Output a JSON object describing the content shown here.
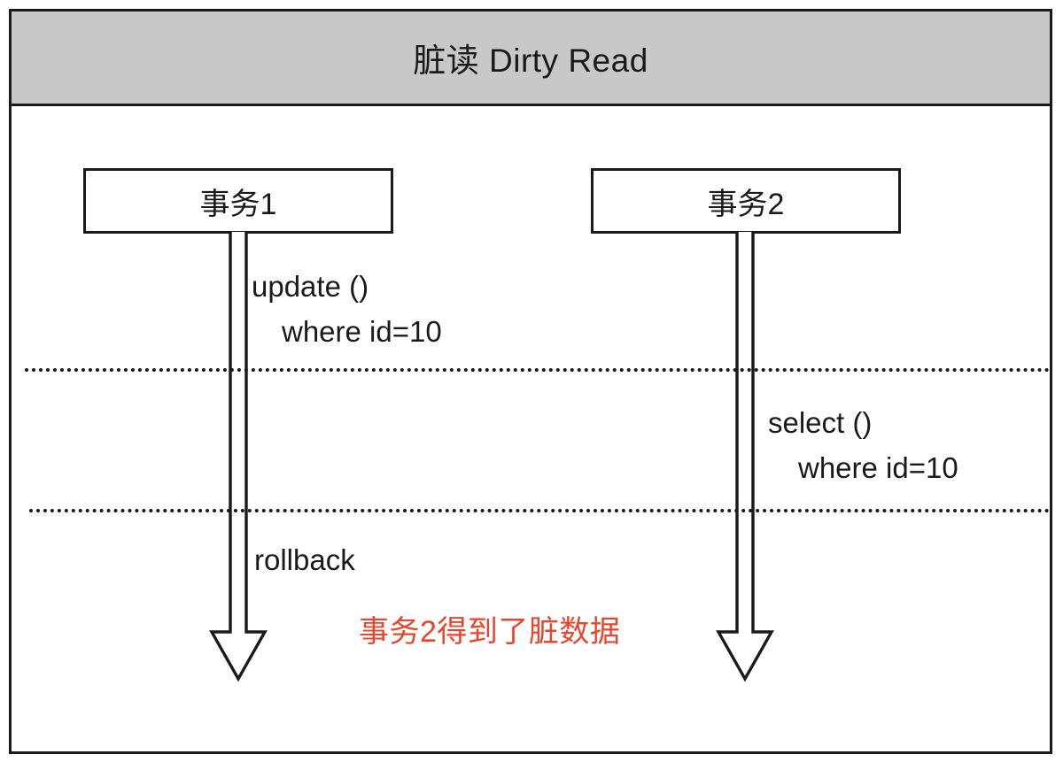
{
  "diagram": {
    "title": "脏读 Dirty Read",
    "header_bg": "#c8c8c8",
    "stroke_color": "#1a1a1a",
    "accent_color": "#e8452c",
    "participants": [
      {
        "id": "txn1",
        "label": "事务1"
      },
      {
        "id": "txn2",
        "label": "事务2"
      }
    ],
    "annotations": [
      {
        "id": "update",
        "owner": "事务1",
        "line1": "update ()",
        "line2": "where id=10"
      },
      {
        "id": "select",
        "owner": "事务2",
        "line1": "select ()",
        "line2": "where id=10"
      },
      {
        "id": "rollback",
        "owner": "事务1",
        "line1": "rollback",
        "line2": ""
      }
    ],
    "callout": {
      "text": "事务2得到了脏数据",
      "color": "#e8452c"
    },
    "dividers": [
      {
        "id": "divider-1",
        "style": "dotted"
      },
      {
        "id": "divider-2",
        "style": "dotted"
      }
    ],
    "lifelines": [
      {
        "id": "lifeline-1",
        "owner": "事务1",
        "arrow": "down-block-arrow"
      },
      {
        "id": "lifeline-2",
        "owner": "事务2",
        "arrow": "down-block-arrow"
      }
    ]
  }
}
